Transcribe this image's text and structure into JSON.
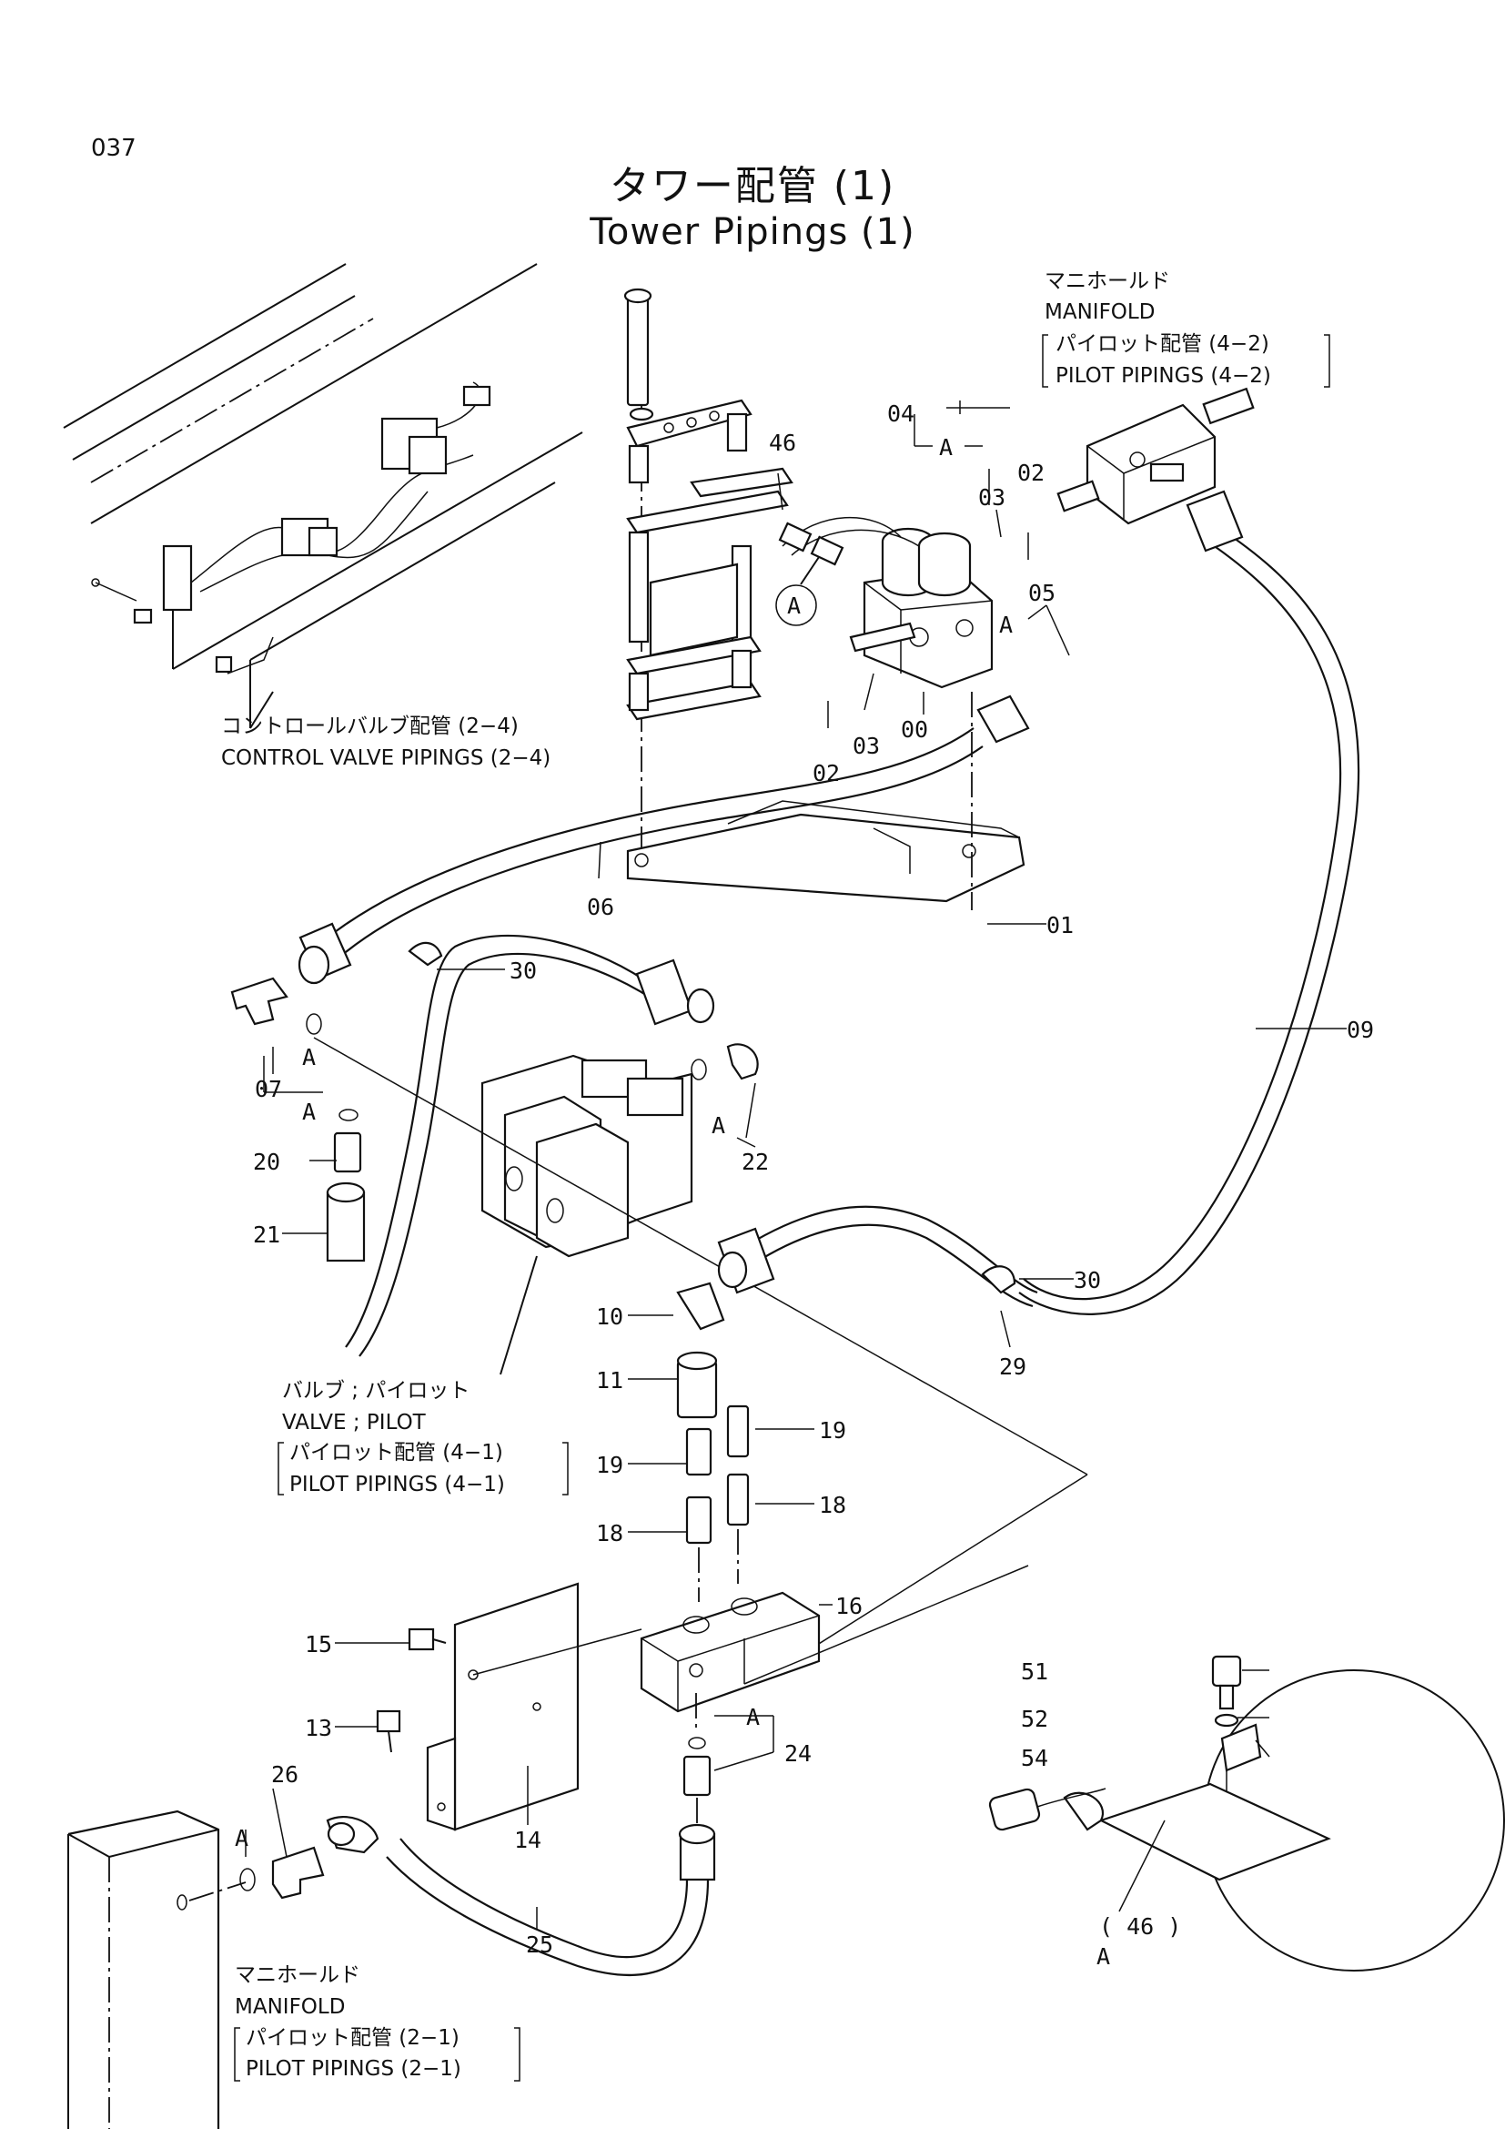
{
  "page_number": "037",
  "title_jp": "タワー配管 (1)",
  "title_en": "Tower Pipings (1)",
  "notes": {
    "manifold_top": [
      "マニホールド",
      "MANIFOLD",
      "パイロット配管 (4−2)",
      "PILOT PIPINGS (4−2)"
    ],
    "control_valve": [
      "コントロールバルブ配管 (2−4)",
      "CONTROL VALVE PIPINGS (2−4)"
    ],
    "valve_pilot": [
      "バルブ ; パイロット",
      "VALVE ; PILOT",
      "パイロット配管 (4−1)",
      "PILOT PIPINGS (4−1)"
    ],
    "manifold_bottom": [
      "マニホールド",
      "MANIFOLD",
      "パイロット配管 (2−1)",
      "PILOT PIPINGS (2−1)"
    ]
  },
  "detail": {
    "circle_marker": "A",
    "ref_label": "( 46 )",
    "view_label": "A"
  },
  "callouts": {
    "c00": "00",
    "c01": "01",
    "c02a": "02",
    "c02b": "02",
    "c03a": "03",
    "c03b": "03",
    "c04": "04",
    "c05": "05",
    "c06": "06",
    "c07": "07",
    "c09": "09",
    "c10": "10",
    "c11": "11",
    "c13": "13",
    "c14": "14",
    "c15": "15",
    "c16": "16",
    "c18a": "18",
    "c18b": "18",
    "c19a": "19",
    "c19b": "19",
    "c20": "20",
    "c21": "21",
    "c22": "22",
    "c24": "24",
    "c25": "25",
    "c26": "26",
    "c29": "29",
    "c30a": "30",
    "c30b": "30",
    "c46": "46",
    "c51": "51",
    "c52": "52",
    "c54": "54",
    "a04": "A",
    "a05": "A",
    "a07": "A",
    "a20": "A",
    "a22": "A",
    "a24": "A",
    "a26": "A"
  }
}
